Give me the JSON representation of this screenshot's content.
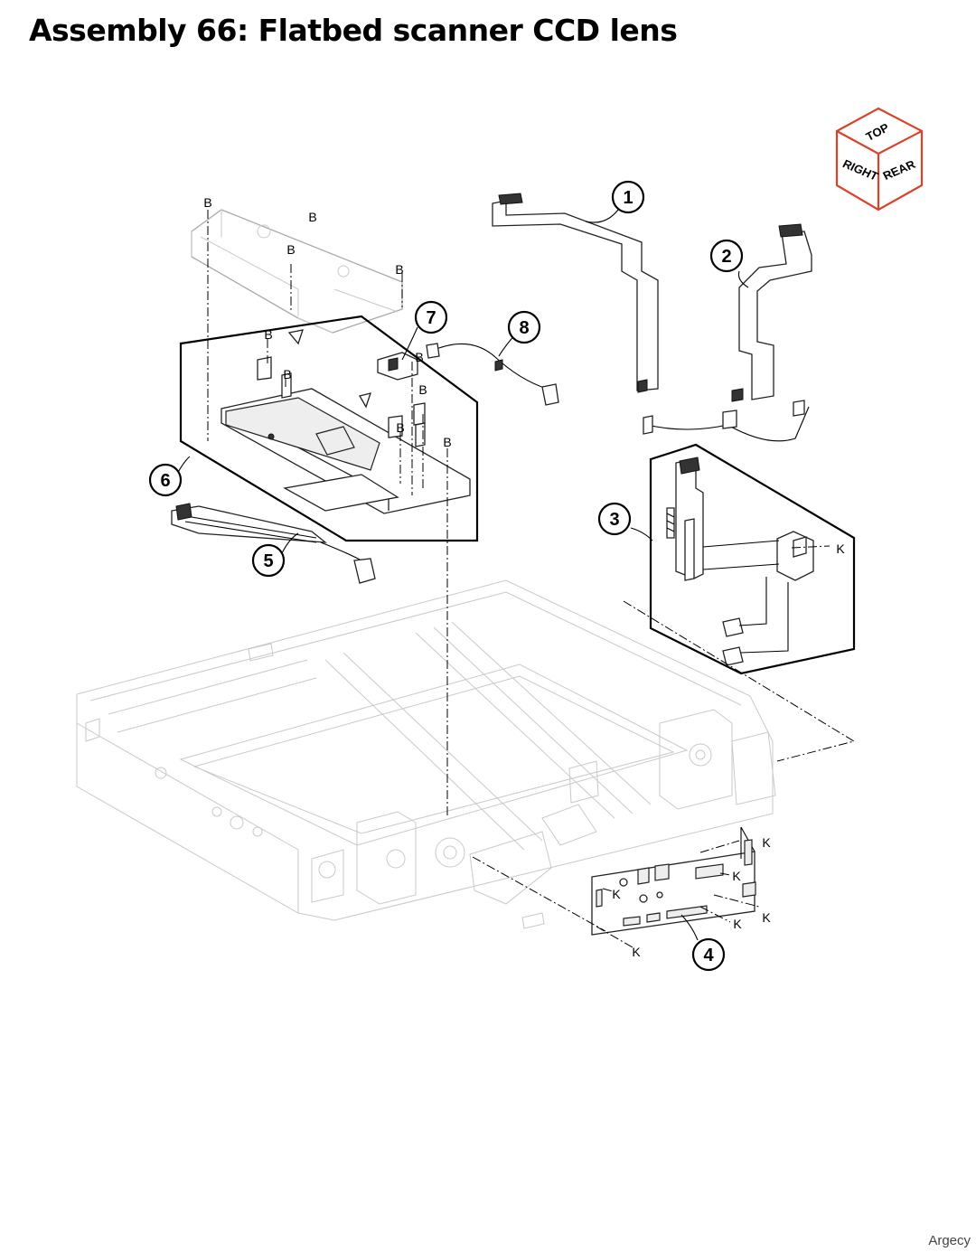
{
  "title": "Assembly 66: Flatbed scanner CCD lens",
  "watermark": "Argecy",
  "orientation": {
    "top": "TOP",
    "right": "RIGHT",
    "rear": "REAR"
  },
  "callouts": [
    "1",
    "2",
    "3",
    "4",
    "5",
    "6",
    "7",
    "8"
  ],
  "tags": {
    "b": "B",
    "k": "K"
  },
  "colors": {
    "cube_outline": "#d9432a",
    "ghost_frame": "#c9c9c9"
  }
}
